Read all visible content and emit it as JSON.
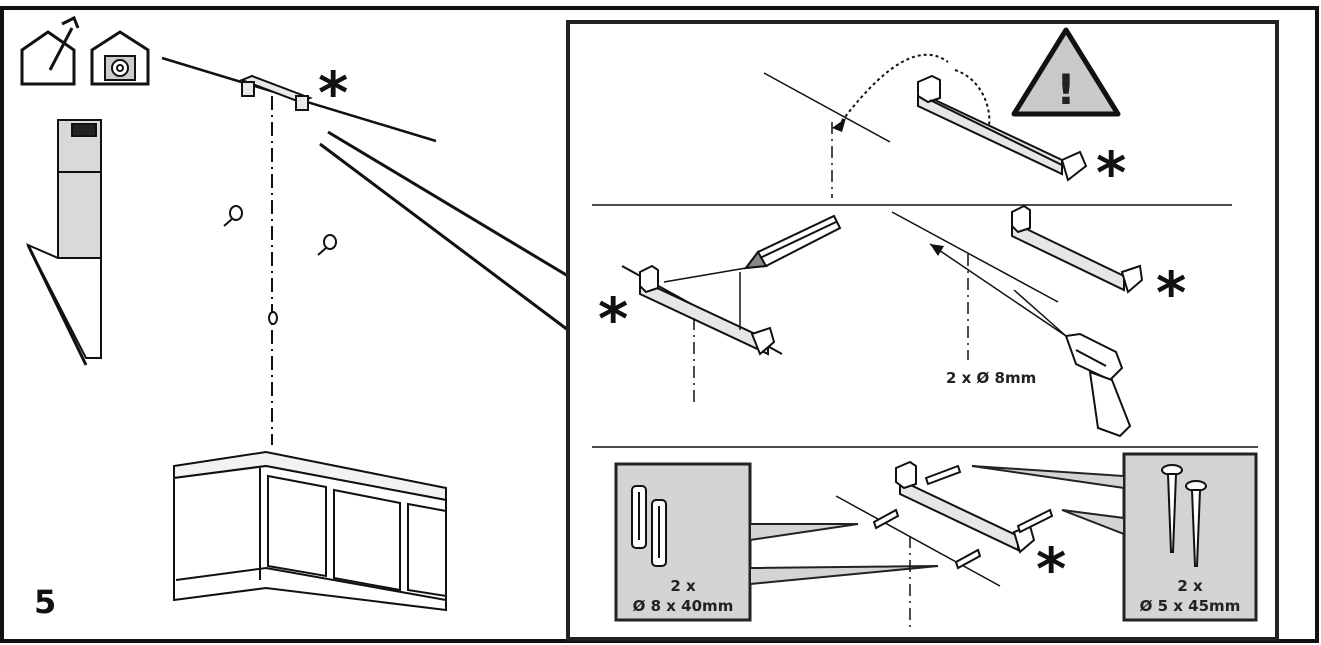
{
  "step": {
    "number": "5"
  },
  "marks": {
    "asterisk": "*"
  },
  "drill": {
    "label": "2 x Ø 8mm"
  },
  "plugs": {
    "count": "2 x",
    "size": "Ø 8 x 40mm"
  },
  "screws": {
    "count": "2 x",
    "size": "Ø 5 x 45mm"
  },
  "warning": {
    "symbol": "!"
  },
  "icons": [
    "house-tool-icon",
    "house-recirculation-icon",
    "warning-triangle-icon",
    "pencil-icon",
    "drill-icon",
    "wall-plug-icon",
    "screw-icon"
  ],
  "colors": {
    "line": "#111111",
    "panel_border": "#222222",
    "grey_panel": "#d4d4d4",
    "hood_grey": "#d9d9d9",
    "warning_fill": "#c9c9c9"
  }
}
